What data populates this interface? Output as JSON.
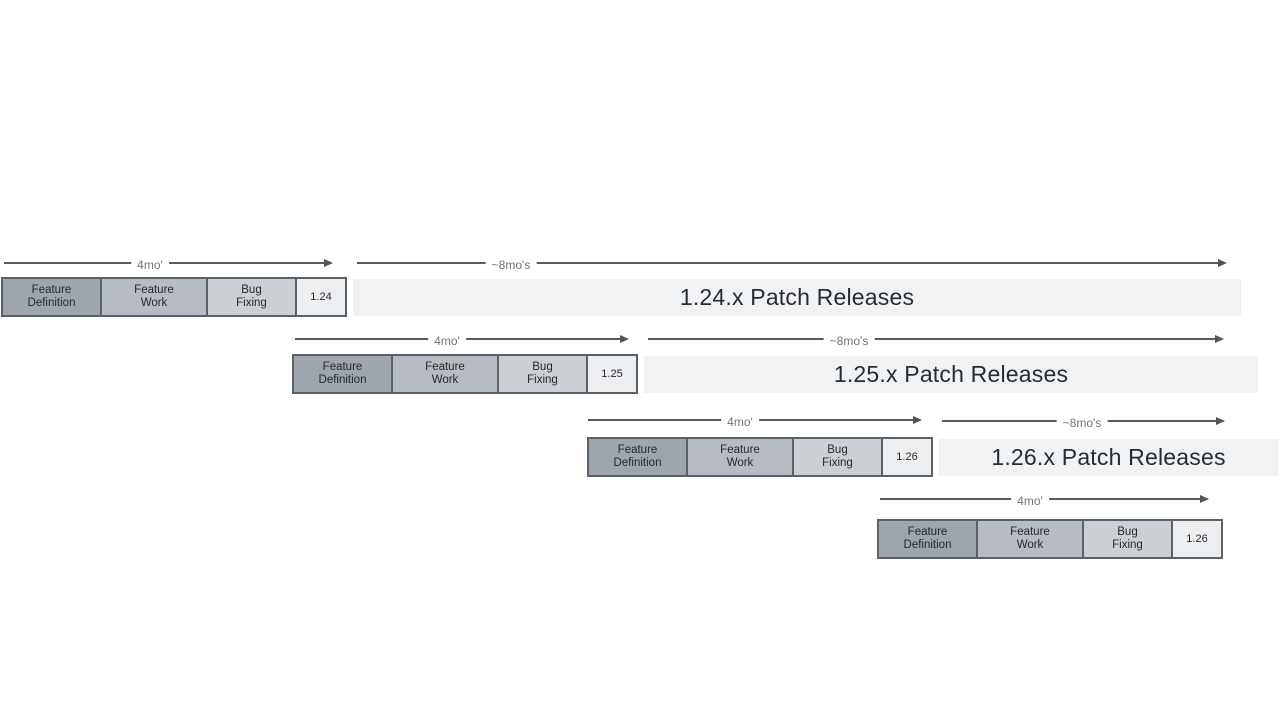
{
  "diagram": {
    "title": "release-cycle-cadence",
    "colors": {
      "feature_definition_fill": "#9ea5ac",
      "feature_work_fill": "#b7bcc2",
      "bug_fixing_fill": "#ccd0d4",
      "version_box_fill": "#edeef0",
      "patch_bar_fill": "#f1f2f4",
      "box_border": "#5a6167",
      "arrow": "#545b62",
      "arrow_label_text": "#70767c",
      "box_text": "#26292d",
      "patch_bar_text": "#282c31"
    },
    "rows": [
      {
        "phases": [
          [
            "Feature",
            "Definition"
          ],
          [
            "Feature",
            "Work"
          ],
          [
            "Bug",
            "Fixing"
          ]
        ],
        "version": "1.24",
        "dev_arrow_label": "4mo'",
        "patch_arrow_label": "~8mo's",
        "patch_bar_text": "1.24.x Patch Releases"
      },
      {
        "phases": [
          [
            "Feature",
            "Definition"
          ],
          [
            "Feature",
            "Work"
          ],
          [
            "Bug",
            "Fixing"
          ]
        ],
        "version": "1.25",
        "dev_arrow_label": "4mo'",
        "patch_arrow_label": "~8mo's",
        "patch_bar_text": "1.25.x Patch Releases"
      },
      {
        "phases": [
          [
            "Feature",
            "Definition"
          ],
          [
            "Feature",
            "Work"
          ],
          [
            "Bug",
            "Fixing"
          ]
        ],
        "version": "1.26",
        "dev_arrow_label": "4mo'",
        "patch_arrow_label": "~8mo's",
        "patch_bar_text": "1.26.x Patch Releases"
      },
      {
        "phases": [
          [
            "Feature",
            "Definition"
          ],
          [
            "Feature",
            "Work"
          ],
          [
            "Bug",
            "Fixing"
          ]
        ],
        "version": "1.26",
        "dev_arrow_label": "4mo'"
      }
    ]
  }
}
